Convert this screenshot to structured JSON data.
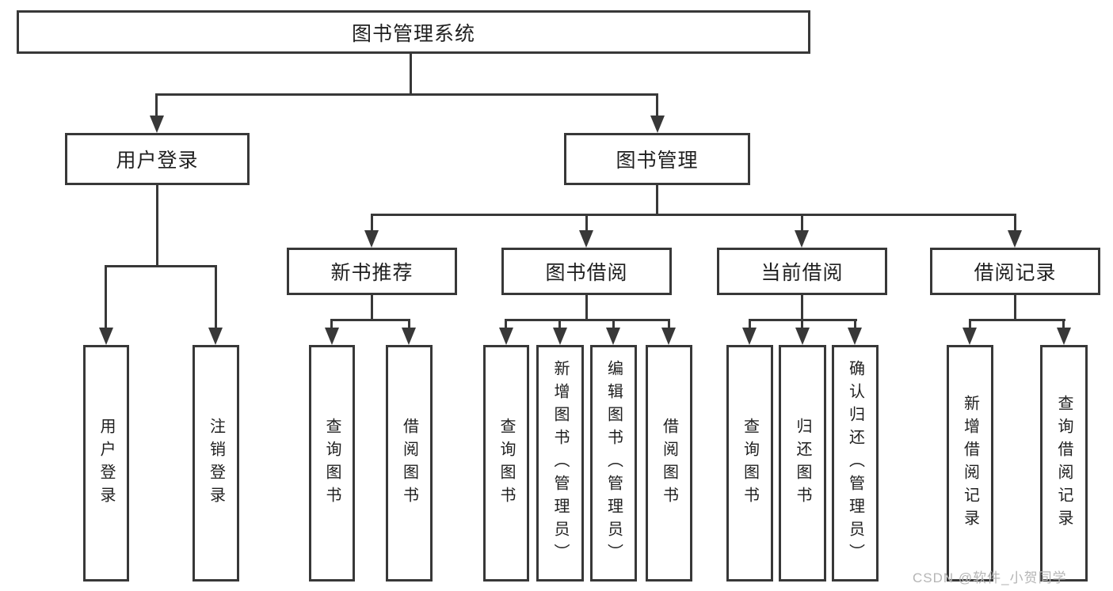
{
  "colors": {
    "line": "#383838",
    "node-border": "#383838",
    "text": "#1f1f1f",
    "watermark": "#b5b5b5",
    "node-bg": "#ffffff",
    "page-bg": "#ffffff"
  },
  "watermark": "CSDN @软件_小贺同学",
  "tree": {
    "root": "图书管理系统",
    "branches": [
      {
        "label": "用户登录",
        "children": [
          "用户登录",
          "注销登录"
        ]
      },
      {
        "label": "图书管理",
        "groups": [
          {
            "label": "新书推荐",
            "children": [
              "查询图书",
              "借阅图书"
            ]
          },
          {
            "label": "图书借阅",
            "children": [
              "查询图书",
              "新增图书（管理员）",
              "编辑图书（管理员）",
              "借阅图书"
            ]
          },
          {
            "label": "当前借阅",
            "children": [
              "查询图书",
              "归还图书",
              "确认归还（管理员）"
            ]
          },
          {
            "label": "借阅记录",
            "children": [
              "新增借阅记录",
              "查询借阅记录"
            ]
          }
        ]
      }
    ]
  }
}
